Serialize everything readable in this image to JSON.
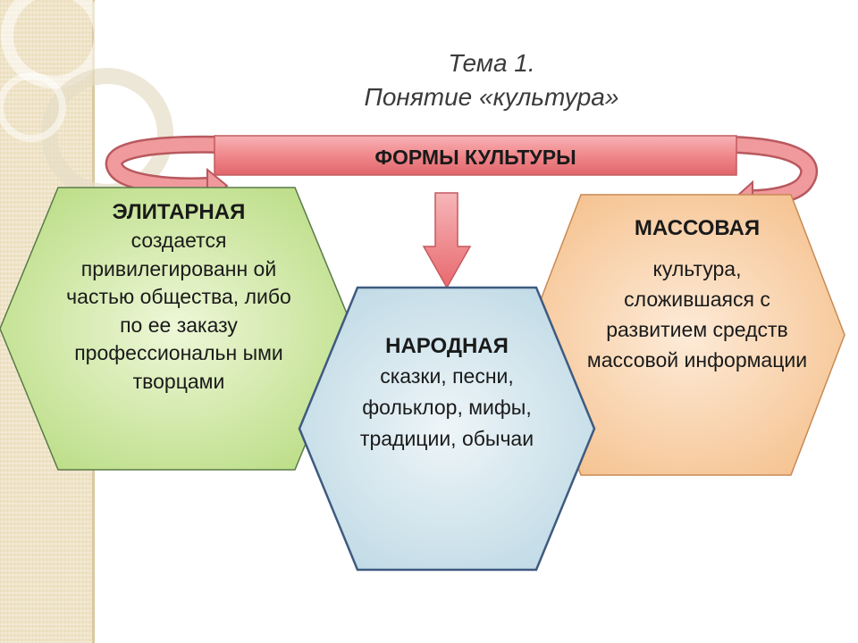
{
  "title": {
    "line1": "Тема 1.",
    "line2": "Понятие «культура»"
  },
  "banner": {
    "label": "ФОРМЫ КУЛЬТУРЫ"
  },
  "forms": {
    "elite": {
      "heading": "ЭЛИТАРНАЯ",
      "body": "создается привилегированн ой частью общества, либо по ее заказу профессиональн ыми творцами"
    },
    "folk": {
      "heading": "НАРОДНАЯ",
      "body": "сказки, песни, фольклор, мифы, традиции, обычаи"
    },
    "mass": {
      "heading": "МАССОВАЯ",
      "body": "культура, сложившаяся с развитием средств массовой информации"
    }
  },
  "colors": {
    "banner": "#f0888c",
    "elite": "#c8e49a",
    "folk": "#cfe3ec",
    "mass": "#f8cfa6",
    "hex_border": "#4a5a7a"
  }
}
